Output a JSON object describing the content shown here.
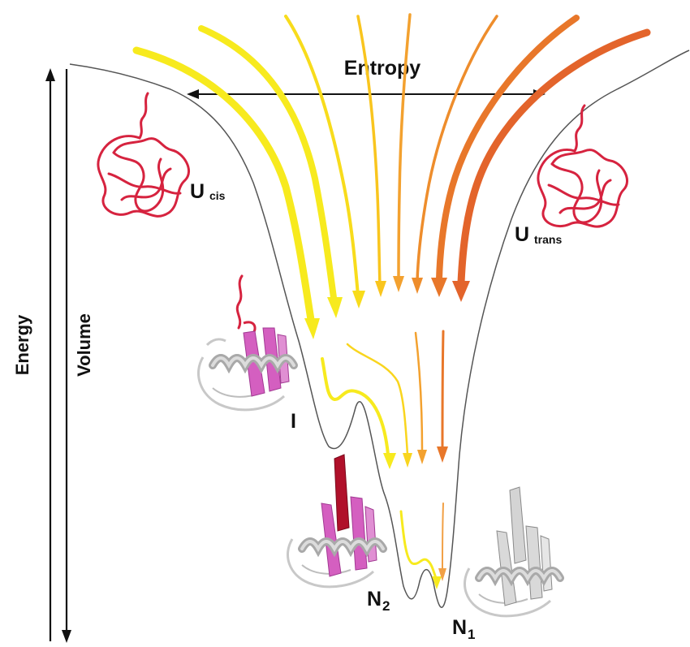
{
  "labels": {
    "entropy": "Entropy",
    "energy": "Energy",
    "volume": "Volume",
    "u_cis_main": "U",
    "u_cis_sub": "cis",
    "u_trans_main": "U",
    "u_trans_sub": "trans",
    "intermediate": "I",
    "n2_main": "N",
    "n2_sub": "2",
    "n1_main": "N",
    "n1_sub": "1"
  },
  "colors": {
    "background": "#ffffff",
    "funnel_line": "#555555",
    "axis_arrows": "#111111",
    "unfolded_red": "#d6233f",
    "helix_grey": "#c8c8c8",
    "strand_magenta": "#d45fc0",
    "strand_dark_red": "#b0102a",
    "path_yellow": "#f7ea1e",
    "path_yellow_orange": "#f9c51e",
    "path_orange": "#f3a12f",
    "path_dark_orange": "#e8772a",
    "path_deep_orange": "#e3642b"
  },
  "structures": [
    {
      "name": "U cis",
      "style": "unfolded-red-coil"
    },
    {
      "name": "U trans",
      "style": "unfolded-red-coil"
    },
    {
      "name": "I",
      "style": "partially-folded"
    },
    {
      "name": "N2",
      "style": "folded-with-magenta-strands"
    },
    {
      "name": "N1",
      "style": "folded-grey"
    }
  ]
}
